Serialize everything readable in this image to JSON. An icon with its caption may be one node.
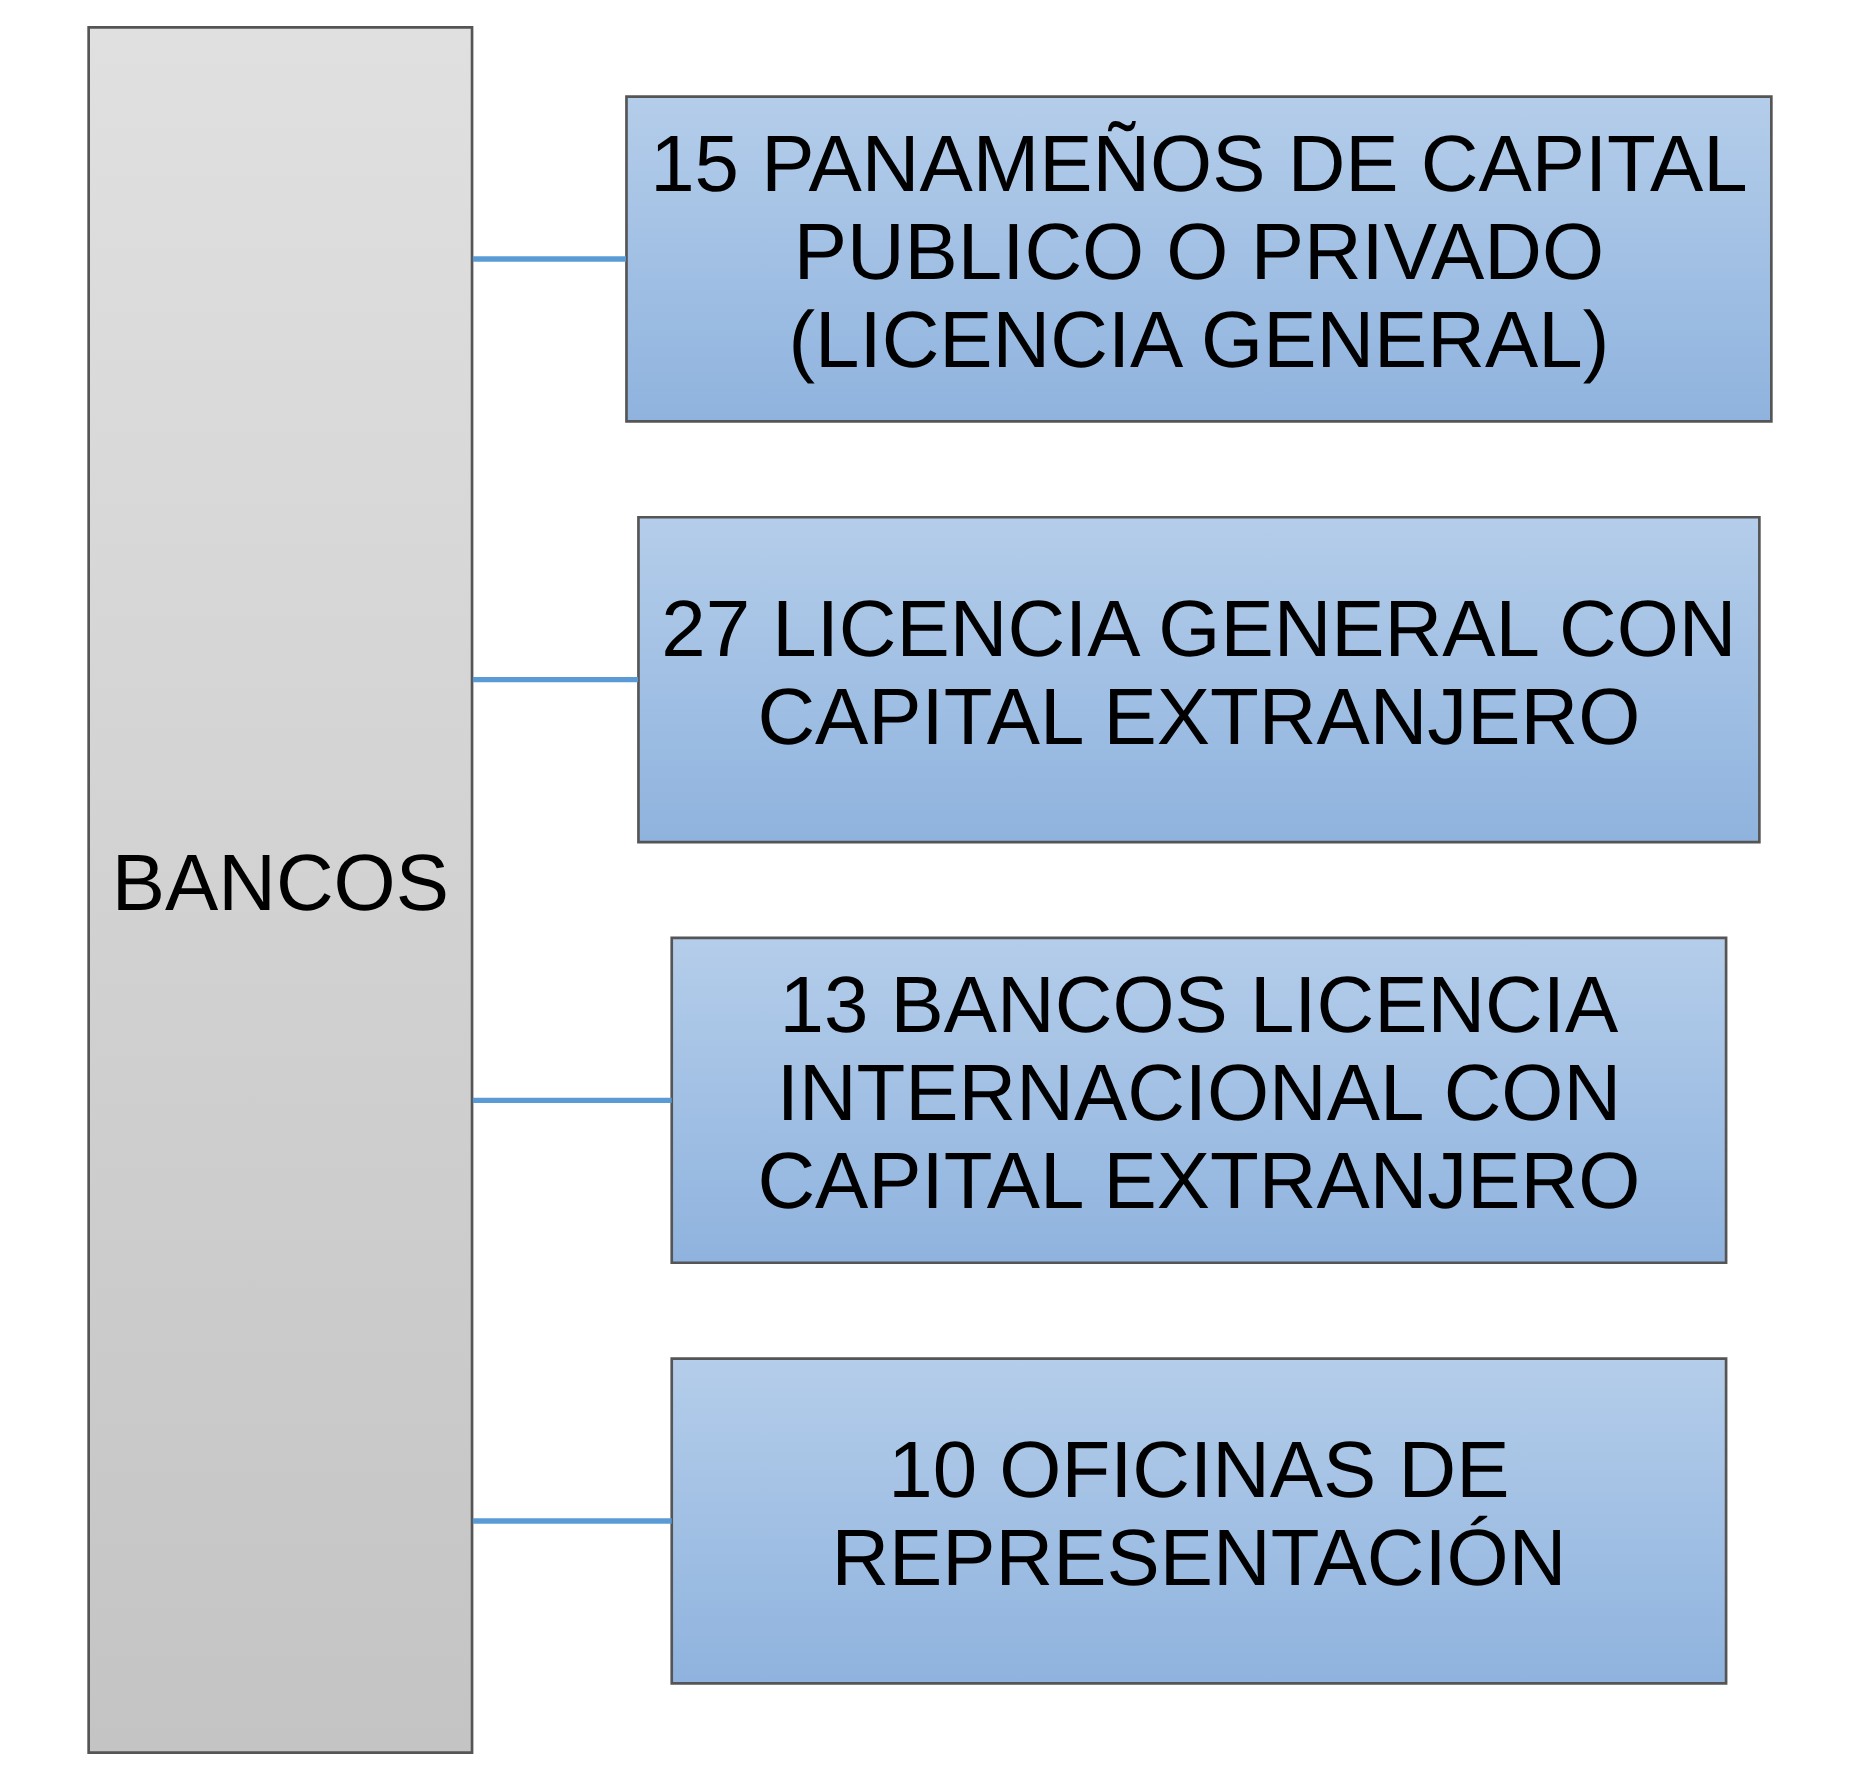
{
  "diagram": {
    "nodes": [
      {
        "text": [
          "BANCOS"
        ]
      },
      {
        "text": [
          "15 PANAMEÑOS DE CAPITAL PUBLICO O PRIVADO (LICENCIA GENERAL)"
        ]
      },
      {
        "text": [
          "27 LICENCIA GENERAL CON CAPITAL EXTRANJERO"
        ]
      },
      {
        "text": [
          "13 BANCOS LICENCIA INTERNACIONAL CON CAPITAL EXTRANJERO"
        ]
      },
      {
        "text": [
          "10 OFICINAS DE REPRESENTACIÓN"
        ]
      }
    ],
    "edges": [
      {
        "from": 0,
        "to": 1,
        "arrow": "none"
      },
      {
        "from": 0,
        "to": 2,
        "arrow": "none"
      },
      {
        "from": 0,
        "to": 3,
        "arrow": "none"
      },
      {
        "from": 0,
        "to": 4,
        "arrow": "none"
      }
    ]
  }
}
